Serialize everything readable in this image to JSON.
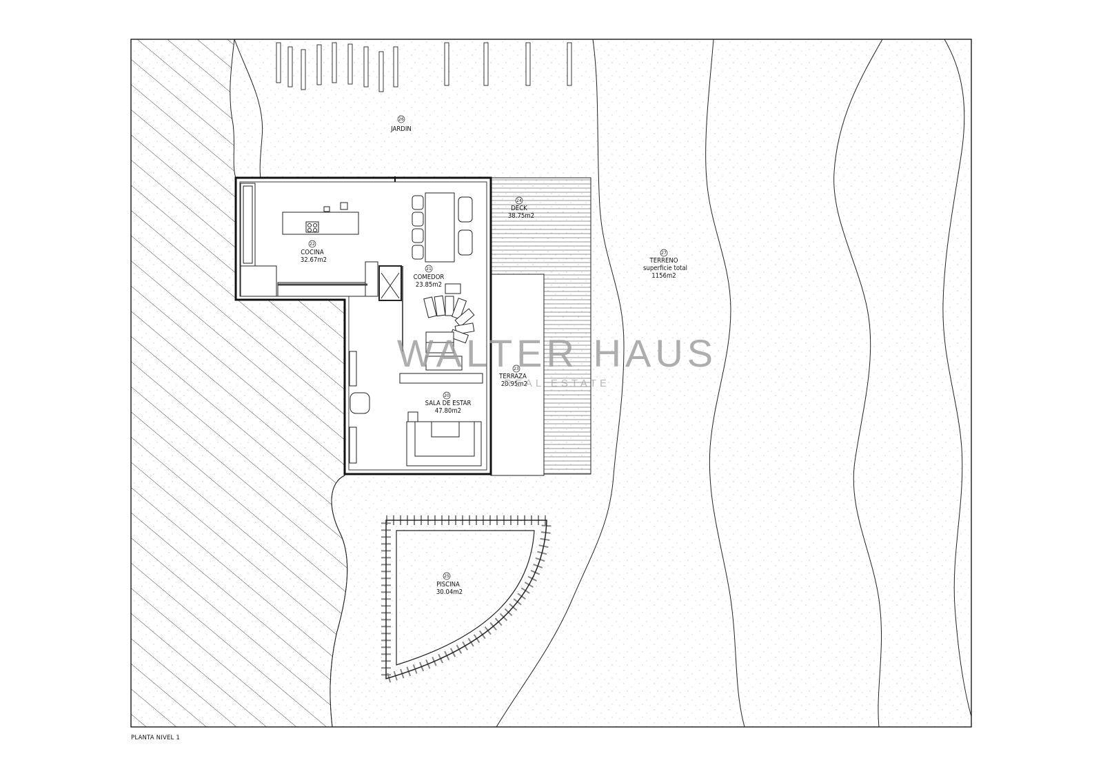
{
  "rooms": [
    {
      "id": "jardin",
      "num": "26",
      "name": "JARDIN"
    },
    {
      "id": "cocina",
      "num": "22",
      "name": "COCINA",
      "area": "32.67m2"
    },
    {
      "id": "comedor",
      "num": "21",
      "name": "COMEDOR",
      "area": "23.85m2"
    },
    {
      "id": "deck",
      "num": "24",
      "name": "DECK",
      "area": "38.75m2"
    },
    {
      "id": "terreno",
      "num": "27",
      "name": "TERRENO",
      "sub": "superficie total",
      "area": "1156m2"
    },
    {
      "id": "terraza",
      "num": "23",
      "name": "TERRAZA",
      "area": "20.95m2"
    },
    {
      "id": "sala",
      "num": "20",
      "name": "SALA DE ESTAR",
      "area": "47.80m2"
    },
    {
      "id": "piscina",
      "num": "25",
      "name": "PISCINA",
      "area": "30.04m2"
    }
  ],
  "watermark": {
    "title": "WALTER HAUS",
    "subtitle": "REAL ESTATE"
  },
  "footer": {
    "caption": "PLANTA NIVEL 1"
  }
}
